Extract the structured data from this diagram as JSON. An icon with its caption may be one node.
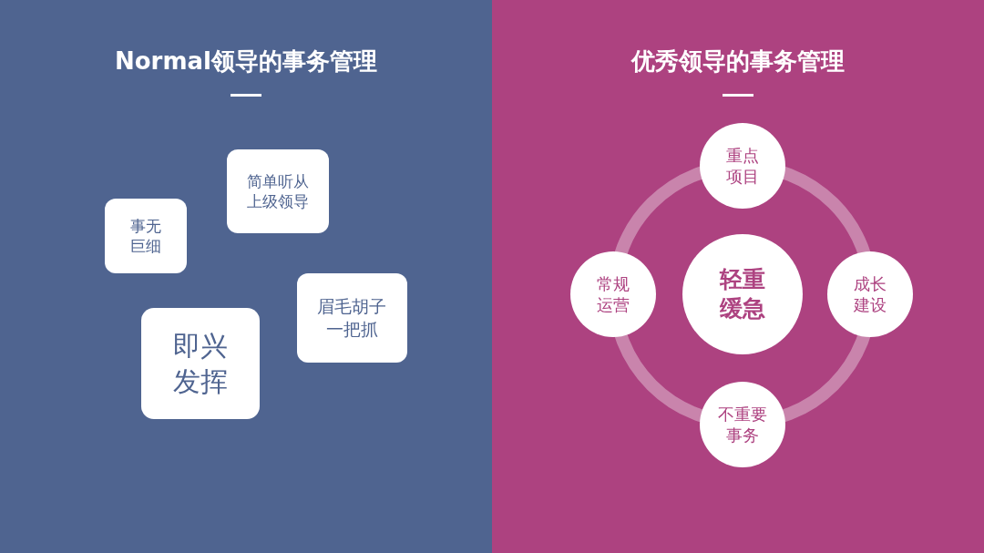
{
  "diagram": {
    "nodes": [
      {
        "text": [
          "Normal领导的事务管理"
        ]
      },
      {
        "text": [
          "简单听从上级领导"
        ],
        "in": 0
      },
      {
        "text": [
          "事无巨细"
        ],
        "in": 0
      },
      {
        "text": [
          "眉毛胡子一把抓"
        ],
        "in": 0
      },
      {
        "text": [
          "即兴发挥"
        ],
        "in": 0
      },
      {
        "text": [
          "优秀领导的事务管理"
        ]
      },
      {
        "text": [
          "重点项目"
        ],
        "in": 5
      },
      {
        "text": [
          "常规运营"
        ],
        "in": 5
      },
      {
        "text": [
          "轻重缓急"
        ],
        "in": 5
      },
      {
        "text": [
          "成长建设"
        ],
        "in": 5
      },
      {
        "text": [
          "不重要事务"
        ],
        "in": 5
      }
    ]
  }
}
